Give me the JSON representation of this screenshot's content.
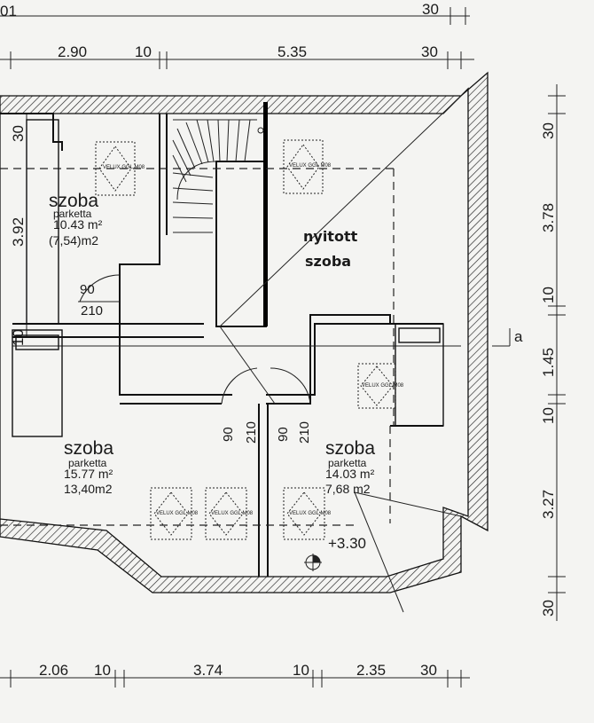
{
  "dimensions": {
    "top_row1": [
      "01",
      "30"
    ],
    "top_row2": [
      "2.90",
      "10",
      "5.35",
      "30"
    ],
    "bottom_row": [
      "2.06",
      "10",
      "3.74",
      "10",
      "2.35",
      "30"
    ],
    "right_column": [
      "30",
      "3.78",
      "10",
      "1.45",
      "10",
      "3.27",
      "30"
    ],
    "left_column": [
      "30",
      "3.92",
      "10"
    ]
  },
  "rooms": [
    {
      "name": "szoba",
      "floor": "parketta",
      "area": "10.43 m²",
      "alt_area": "(7,54)m2"
    },
    {
      "name": "szoba",
      "floor": "parketta",
      "area": "15.77 m²",
      "alt_area": "13,40m2"
    },
    {
      "name": "szoba",
      "floor": "parketta",
      "area": "14.03 m²",
      "alt_area": "7,68 m2"
    }
  ],
  "open_room": {
    "line1": "nyitott",
    "line2": "szoba"
  },
  "doors": [
    {
      "width": "90",
      "height": "210"
    },
    {
      "width": "90",
      "height": "210"
    },
    {
      "width": "90",
      "height": "210"
    }
  ],
  "level": "+3.30",
  "section": "a",
  "window_label": "VELUX GGL M08"
}
